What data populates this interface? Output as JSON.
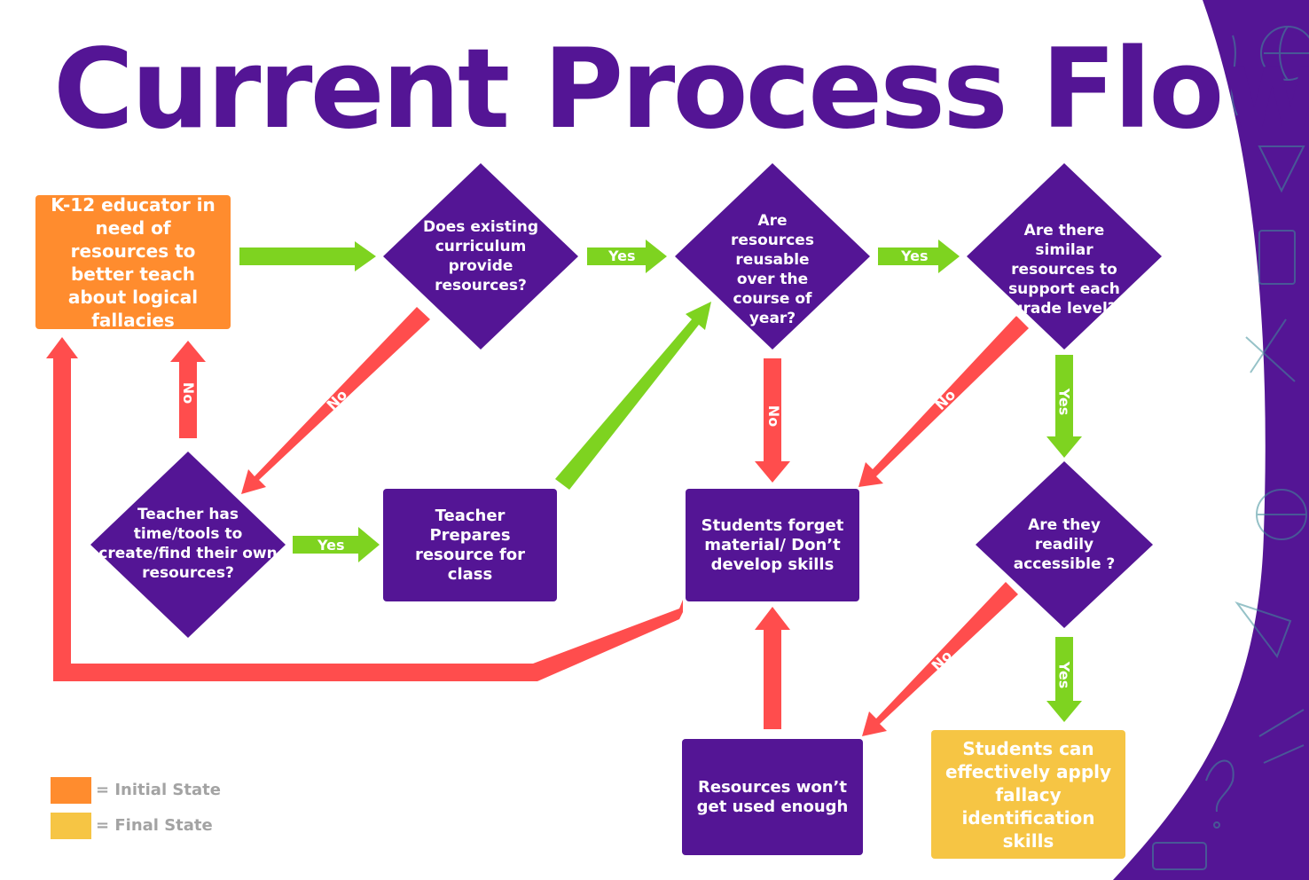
{
  "title": "Current Process Flow",
  "nodes": {
    "start": "K-12 educator in need of resources to better teach about logical fallacies",
    "q_curriculum": "Does existing curriculum provide resources?",
    "q_reusable": "Are resources reusable over the course of year?",
    "q_similar": "Are there similar resources to support each grade level?",
    "q_teacher_time": "Teacher has time/tools to create/find their own resources?",
    "teacher_prepares": "Teacher Prepares resource for class",
    "students_forget": "Students forget material/ Don’t develop skills",
    "q_accessible": "Are they readily accessible ?",
    "not_used": "Resources won’t get used enough",
    "final": "Students can effectively apply fallacy identification skills"
  },
  "edge_labels": {
    "yes": "Yes",
    "no": "No"
  },
  "legend": {
    "initial": "= Initial State",
    "final": "= Final State"
  },
  "colors": {
    "purple": "#541595",
    "initial_state": "#ff8c2e",
    "final_state": "#f6c544",
    "yes_arrow": "#7ed320",
    "no_arrow": "#ff4d4d"
  }
}
